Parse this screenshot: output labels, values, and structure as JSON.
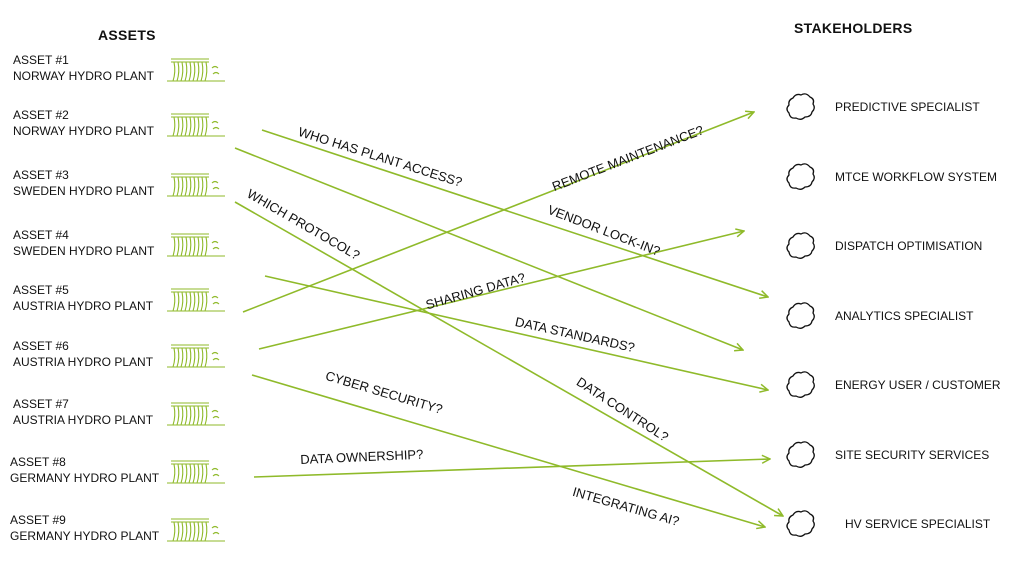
{
  "headers": {
    "assets": "ASSETS",
    "stakeholders": "STAKEHOLDERS"
  },
  "line_color": "#8fba2a",
  "plant_icon": "hydro-plant-icon",
  "stakeholder_icon": "cloud-icon",
  "assets": [
    {
      "id": "ASSET #1",
      "name": "NORWAY HYDRO PLANT"
    },
    {
      "id": "ASSET #2",
      "name": "NORWAY HYDRO PLANT"
    },
    {
      "id": "ASSET #3",
      "name": "SWEDEN HYDRO PLANT"
    },
    {
      "id": "ASSET #4",
      "name": "SWEDEN HYDRO PLANT"
    },
    {
      "id": "ASSET #5",
      "name": "AUSTRIA HYDRO PLANT"
    },
    {
      "id": "ASSET #6",
      "name": "AUSTRIA HYDRO PLANT"
    },
    {
      "id": "ASSET #7",
      "name": "AUSTRIA HYDRO PLANT"
    },
    {
      "id": "ASSET #8",
      "name": "GERMANY HYDRO PLANT"
    },
    {
      "id": "ASSET #9",
      "name": "GERMANY HYDRO PLANT"
    }
  ],
  "stakeholders": [
    "PREDICTIVE SPECIALIST",
    "MTCE WORKFLOW SYSTEM",
    "DISPATCH OPTIMISATION",
    "ANALYTICS SPECIALIST",
    "ENERGY USER / CUSTOMER",
    "SITE SECURITY  SERVICES",
    "HV SERVICE SPECIALIST"
  ],
  "questions": [
    "WHO HAS PLANT ACCESS?",
    "REMOTE MAINTENANCE?",
    "VENDOR LOCK-IN?",
    "WHICH PROTOCOL?",
    "SHARING DATA?",
    "DATA STANDARDS?",
    "CYBER SECURITY?",
    "DATA CONTROL?",
    "DATA OWNERSHIP?",
    "INTEGRATING AI?"
  ]
}
